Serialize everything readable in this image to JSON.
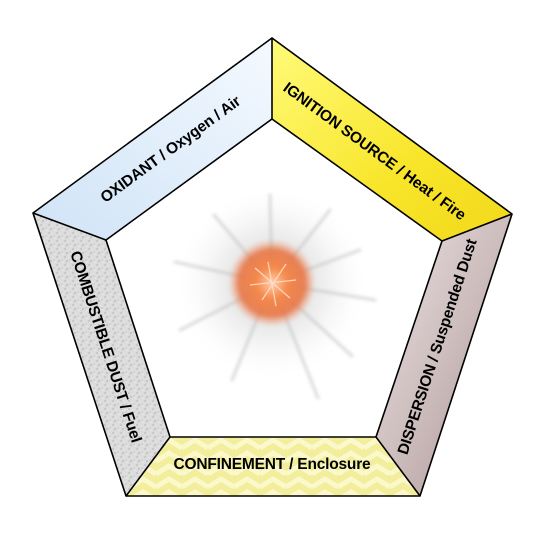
{
  "diagram": {
    "sides": {
      "oxidant": {
        "label": "OXIDANT / Oxygen / Air",
        "color": "#d8eaf8"
      },
      "ignition": {
        "label": "IGNITION SOURCE / Heat / Fire",
        "color": "#fff04a"
      },
      "dispersion": {
        "label": "DISPERSION / Suspended Dust",
        "color": "#c8b8b8"
      },
      "confinement": {
        "label": "CONFINEMENT / Enclosure",
        "color": "#f2ec9a"
      },
      "combustible": {
        "label": "COMBUSTIBLE DUST / Fuel",
        "color": "#d6d6d6"
      }
    },
    "center": {
      "description_icon": "explosion-icon",
      "core_color": "#f07a3a"
    }
  }
}
